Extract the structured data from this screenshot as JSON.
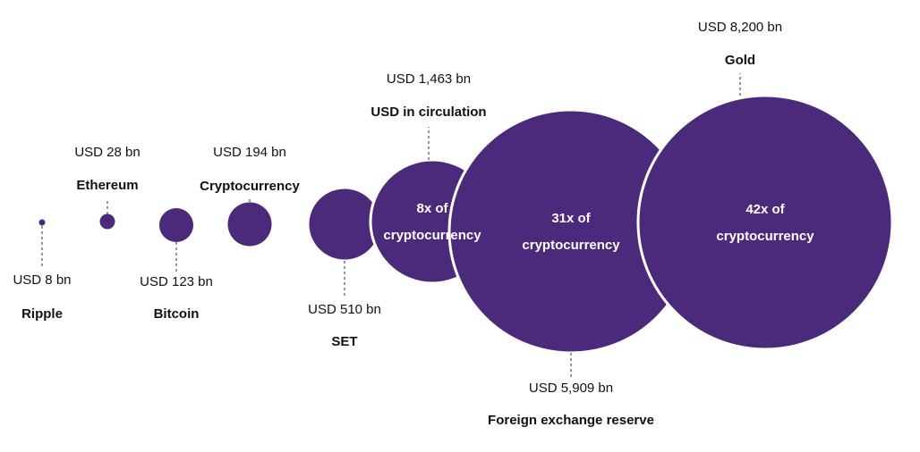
{
  "chart_data": {
    "type": "bubble",
    "unit": "USD bn",
    "bubble_color": "#4b2a7b",
    "bubble_outline": "#ffffff",
    "items": [
      {
        "name": "Ripple",
        "value_label": "USD 8 bn",
        "value": 8,
        "label_pos": "below",
        "inner_label": []
      },
      {
        "name": "Ethereum",
        "value_label": "USD 28 bn",
        "value": 28,
        "label_pos": "above",
        "inner_label": []
      },
      {
        "name": "Bitcoin",
        "value_label": "USD 123 bn",
        "value": 123,
        "label_pos": "below",
        "inner_label": []
      },
      {
        "name": "Cryptocurrency",
        "value_label": "USD 194 bn",
        "value": 194,
        "label_pos": "above",
        "inner_label": []
      },
      {
        "name": "SET",
        "value_label": "USD 510 bn",
        "value": 510,
        "label_pos": "below",
        "inner_label": []
      },
      {
        "name": "USD in circulation",
        "value_label": "USD 1,463 bn",
        "value": 1463,
        "label_pos": "above",
        "inner_label": [
          "8x of",
          "cryptocurrency"
        ]
      },
      {
        "name": "Foreign exchange reserve",
        "value_label": "USD 5,909 bn",
        "value": 5909,
        "label_pos": "below",
        "inner_label": [
          "31x of",
          "cryptocurrency"
        ]
      },
      {
        "name": "Gold",
        "value_label": "USD 8,200 bn",
        "value": 8200,
        "label_pos": "above",
        "inner_label": [
          "42x of",
          "cryptocurrency"
        ]
      }
    ]
  }
}
